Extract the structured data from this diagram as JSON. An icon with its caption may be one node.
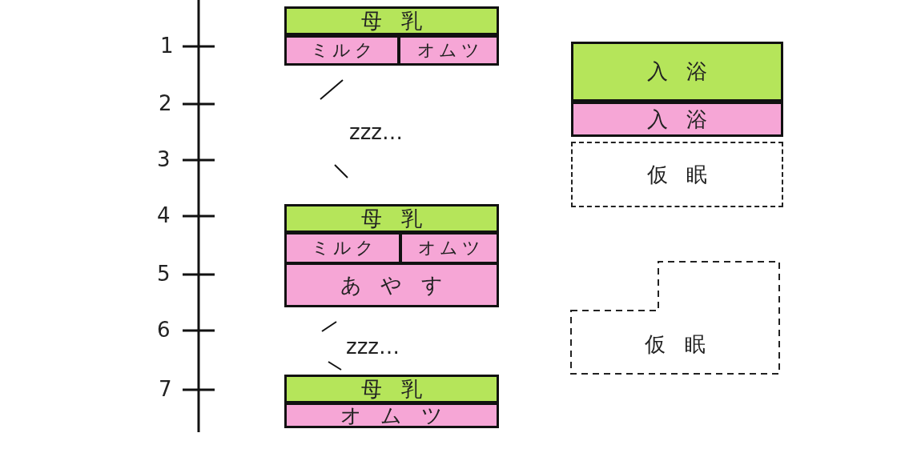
{
  "diagram": {
    "nodes": [
      {
        "text": [
          "母乳"
        ]
      },
      {
        "text": [
          "ミルク"
        ]
      },
      {
        "text": [
          "オムツ"
        ]
      },
      {
        "text": [
          "入浴"
        ]
      },
      {
        "text": [
          "入浴"
        ]
      },
      {
        "text": [
          "仮眠"
        ]
      },
      {
        "text": [
          "母乳"
        ]
      },
      {
        "text": [
          "ミルク"
        ]
      },
      {
        "text": [
          "オムツ"
        ]
      },
      {
        "text": [
          "あやす"
        ]
      },
      {
        "text": [
          "仮眠"
        ]
      },
      {
        "text": [
          "母乳"
        ]
      },
      {
        "text": [
          "オムツ"
        ]
      }
    ],
    "edges": [],
    "labels": [
      "1",
      "2",
      "zzz…",
      "3",
      "4",
      "5",
      "6",
      "zzz…",
      "7"
    ]
  }
}
